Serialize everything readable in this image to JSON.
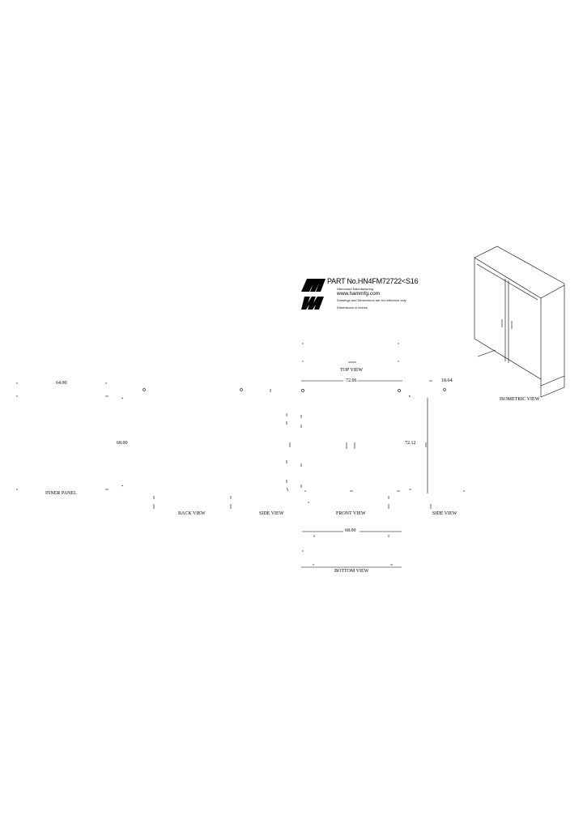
{
  "title_block": {
    "part_number": "PART No.HN4FM72722<S16",
    "website": "www.hammfg.com",
    "notes": [
      "Hammond Manufacturing",
      "Drawings and Dimensions are for reference only",
      "Dimensions in inches"
    ],
    "logo_icon": "hammond-logo-icon"
  },
  "views": {
    "top": "TOP VIEW",
    "isometric": "ISOMETRIC VIEW",
    "inner_panel": "INNER PANEL",
    "back": "BACK VIEW",
    "side_left": "SIDE VIEW",
    "front": "FRONT VIEW",
    "side_right": "SIDE VIEW",
    "bottom": "BOTTOM VIEW"
  },
  "dimensions": {
    "front_width": "72.06",
    "front_height": "72.12",
    "inner_panel_width": "64.00",
    "inner_panel_height": "68.00",
    "side_depth": "18.64",
    "bottom_width": "68.00"
  },
  "colors": {
    "line": "#000000",
    "background": "#ffffff"
  }
}
